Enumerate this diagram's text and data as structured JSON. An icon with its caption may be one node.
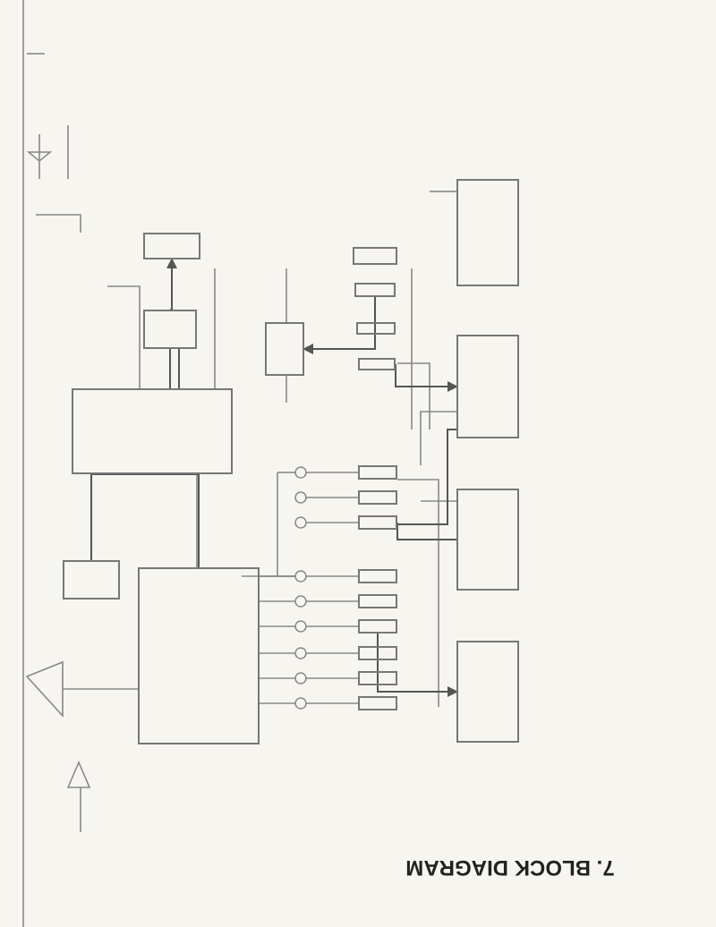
{
  "diagram": {
    "title": "7. BLOCK DIAGRAM",
    "nodes": [
      {
        "text": [],
        "shape": "box"
      },
      {
        "text": [],
        "shape": "box"
      },
      {
        "text": [],
        "shape": "box"
      },
      {
        "text": [],
        "shape": "box"
      },
      {
        "text": [],
        "shape": "box"
      },
      {
        "text": [],
        "shape": "box"
      },
      {
        "text": [],
        "shape": "box"
      },
      {
        "text": [],
        "shape": "box"
      },
      {
        "text": [],
        "shape": "box"
      },
      {
        "text": [],
        "shape": "box"
      },
      {
        "text": [],
        "shape": "box"
      },
      {
        "text": [],
        "shape": "box"
      },
      {
        "text": [],
        "shape": "box"
      },
      {
        "text": [],
        "shape": "box"
      },
      {
        "text": [],
        "shape": "box"
      },
      {
        "text": [],
        "shape": "box"
      },
      {
        "text": [],
        "shape": "box"
      },
      {
        "text": [],
        "shape": "box"
      },
      {
        "text": [],
        "shape": "box"
      },
      {
        "text": [],
        "shape": "box"
      },
      {
        "text": [],
        "shape": "box"
      },
      {
        "text": [],
        "shape": "box"
      },
      {
        "text": [],
        "shape": "box"
      }
    ],
    "edges": [
      {
        "from": 2,
        "to": 1,
        "arrow": "to"
      },
      {
        "from": 0,
        "to": 13,
        "arrow": "none"
      },
      {
        "from": 0,
        "to": 12,
        "arrow": "none"
      },
      {
        "from": 7,
        "to": 9,
        "arrow": "to"
      },
      {
        "from": 5,
        "to": 3,
        "arrow": "to"
      },
      {
        "from": 19,
        "to": 11,
        "arrow": "to"
      },
      {
        "from": 16,
        "to": 10,
        "arrow": "none"
      },
      {
        "from": 2,
        "to": 0,
        "arrow": "none"
      },
      {
        "from": 2,
        "to": 0,
        "arrow": "none"
      },
      {
        "from": 16,
        "to": 9,
        "arrow": "none"
      }
    ]
  }
}
